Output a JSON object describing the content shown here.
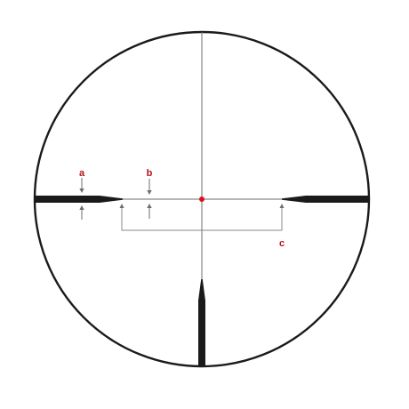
{
  "reticle": {
    "colors": {
      "outline": "#1a1a1a",
      "post": "#1a1a1a",
      "thin_line": "#6e6e6e",
      "dot": "#e0101a",
      "label": "#b5121b",
      "background": "#ffffff"
    },
    "labels": {
      "a": "a",
      "b": "b",
      "c": "c"
    }
  }
}
